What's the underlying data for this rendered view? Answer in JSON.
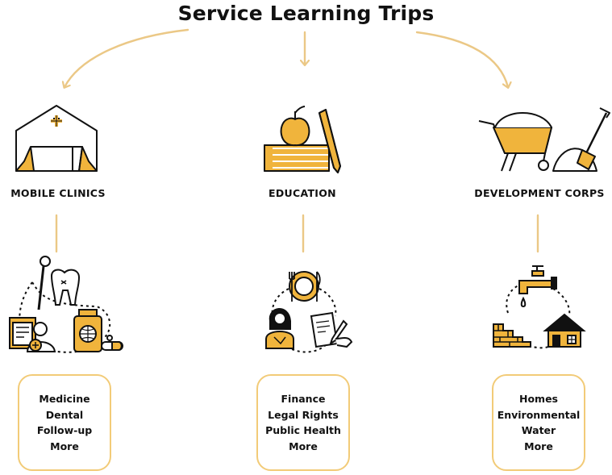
{
  "title": "Service Learning Trips",
  "colors": {
    "accent": "#F0B43C",
    "line": "#EBC886",
    "outline": "#111111",
    "box_border": "#F2CB78"
  },
  "categories": [
    {
      "label": "MOBILE CLINICS",
      "icon": "tent-clinic-icon",
      "sub_icons": [
        "dental-mirror-icon",
        "tooth-icon",
        "clipboard-patient-icon",
        "medicine-bottle-icon",
        "pills-icon"
      ],
      "items": [
        "Medicine",
        "Dental",
        "Follow-up",
        "More"
      ]
    },
    {
      "label": "EDUCATION",
      "icon": "books-apple-pencil-icon",
      "sub_icons": [
        "plate-fork-knife-icon",
        "teacher-woman-icon",
        "document-signing-icon"
      ],
      "items": [
        "Finance",
        "Legal Rights",
        "Public Health",
        "More"
      ]
    },
    {
      "label": "DEVELOPMENT CORPS",
      "icon": "wheelbarrow-shovel-icon",
      "sub_icons": [
        "water-faucet-icon",
        "brick-stairs-icon",
        "house-icon"
      ],
      "items": [
        "Homes",
        "Environmental",
        "Water",
        "More"
      ]
    }
  ]
}
